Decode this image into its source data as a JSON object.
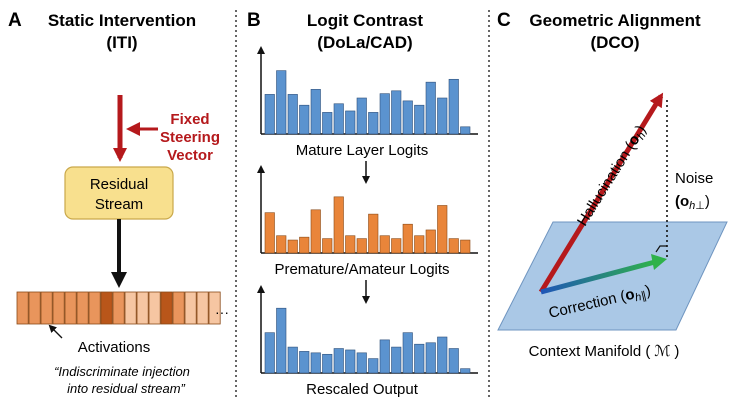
{
  "panels": {
    "a": {
      "letter": "A",
      "title_line1": "Static Intervention",
      "title_line2": "(ITI)",
      "steer_line1": "Fixed",
      "steer_line2": "Steering",
      "steer_line3": "Vector",
      "box_line1": "Residual",
      "box_line2": "Stream",
      "ellipsis": "···",
      "activations": "Activations",
      "quote_line1": "“Indiscriminate injection",
      "quote_line2": "into residual stream”",
      "cells": [
        1,
        1,
        1,
        1,
        1,
        1,
        1,
        2,
        1,
        0,
        0,
        0,
        2,
        1,
        0,
        0,
        0
      ]
    },
    "b": {
      "letter": "B",
      "title_line1": "Logit Contrast",
      "title_line2": "(DoLa/CAD)",
      "hist1_label": "Mature Layer Logits",
      "hist2_label": "Premature/Amateur Logits",
      "hist3_label": "Rescaled Output",
      "hist1": [
        0.55,
        0.88,
        0.55,
        0.4,
        0.62,
        0.3,
        0.42,
        0.32,
        0.5,
        0.3,
        0.56,
        0.6,
        0.46,
        0.4,
        0.72,
        0.5,
        0.76,
        0.1
      ],
      "hist2": [
        0.56,
        0.24,
        0.18,
        0.22,
        0.6,
        0.2,
        0.78,
        0.24,
        0.2,
        0.54,
        0.24,
        0.2,
        0.4,
        0.24,
        0.32,
        0.66,
        0.2,
        0.18
      ],
      "hist3": [
        0.56,
        0.9,
        0.36,
        0.3,
        0.28,
        0.26,
        0.34,
        0.32,
        0.28,
        0.2,
        0.46,
        0.36,
        0.56,
        0.4,
        0.42,
        0.5,
        0.34,
        0.06
      ]
    },
    "c": {
      "letter": "C",
      "title_line1": "Geometric Alignment",
      "title_line2": "(DCO)",
      "hallucination": "Hallucination (",
      "hallucination_sym": "o",
      "hallucination_sub": "h",
      "noise": "Noise",
      "noise_sym": "(o",
      "noise_sub": "h⊥",
      "correction": "Correction (",
      "correction_sym": "o",
      "correction_sub": "h∥",
      "manifold": "Context Manifold (",
      "manifold_sym": "ℳ",
      "manifold_end": ")"
    }
  },
  "colors": {
    "blue_bar": "#5b93cf",
    "orange_bar": "#e9853a",
    "red": "#b5191c",
    "plane": "#aac8e6",
    "box": "#f8e08e"
  }
}
